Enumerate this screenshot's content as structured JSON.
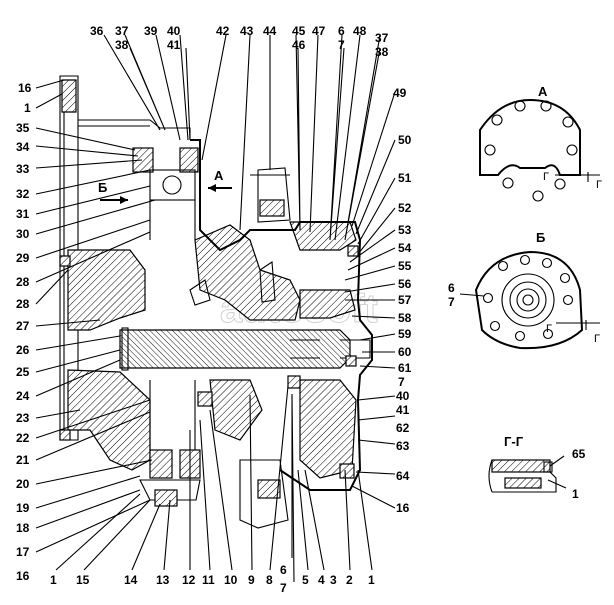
{
  "drawing": {
    "view_a_label": "А",
    "view_b_label": "Б",
    "section_label": "Г-Г",
    "arrow_a_label": "А",
    "arrow_b_label": "Б",
    "cut_mark_label": "Г",
    "watermark": "autosoft"
  },
  "callouts": {
    "top": [
      "36",
      "37",
      "38",
      "39",
      "40",
      "41",
      "42",
      "43",
      "44",
      "45",
      "46",
      "47",
      "6",
      "7",
      "48",
      "37",
      "38"
    ],
    "right": [
      "49",
      "50",
      "51",
      "52",
      "53",
      "54",
      "55",
      "56",
      "57",
      "58",
      "59",
      "60",
      "61",
      "7",
      "40",
      "41",
      "62",
      "63",
      "64",
      "16"
    ],
    "left": [
      "16",
      "1",
      "35",
      "34",
      "33",
      "32",
      "31",
      "30",
      "29",
      "28",
      "28",
      "27",
      "26",
      "25",
      "24",
      "23",
      "22",
      "21",
      "20",
      "19",
      "18",
      "17",
      "16"
    ],
    "bottom": [
      "1",
      "15",
      "14",
      "13",
      "12",
      "11",
      "10",
      "9",
      "8",
      "6",
      "7",
      "5",
      "4",
      "3",
      "2",
      "1"
    ],
    "view_b": [
      "6",
      "7"
    ],
    "section_gg": [
      "65",
      "1"
    ]
  }
}
